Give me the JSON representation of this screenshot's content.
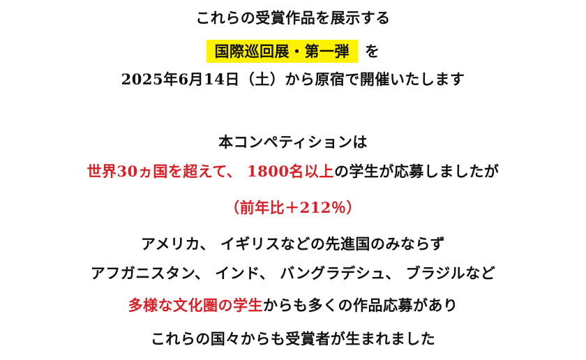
{
  "colors": {
    "text": "#111111",
    "accent_red": "#d81f26",
    "highlight_yellow": "#fff200"
  },
  "intro": {
    "line1": "これらの受賞作品を展示する",
    "highlight": "国際巡回展・第一弾",
    "particle": "を",
    "line3": "2025年6月14日（土）から原宿で開催いたします"
  },
  "body": {
    "line4": "本コンペティションは",
    "line5_red": "世界30ヵ国を超えて、 1800名以上",
    "line5_rest": "の学生が応募しましたが",
    "line6_red": "（前年比＋212％）",
    "line7": "アメリカ、 イギリスなどの先進国のみならず",
    "line8": "アフガニスタン、 インド、 バングラデシュ、 ブラジルなど",
    "line9_red": "多様な文化圏の学生",
    "line9_rest": "からも多くの作品応募があり",
    "line10": "これらの国々からも受賞者が生まれました"
  }
}
